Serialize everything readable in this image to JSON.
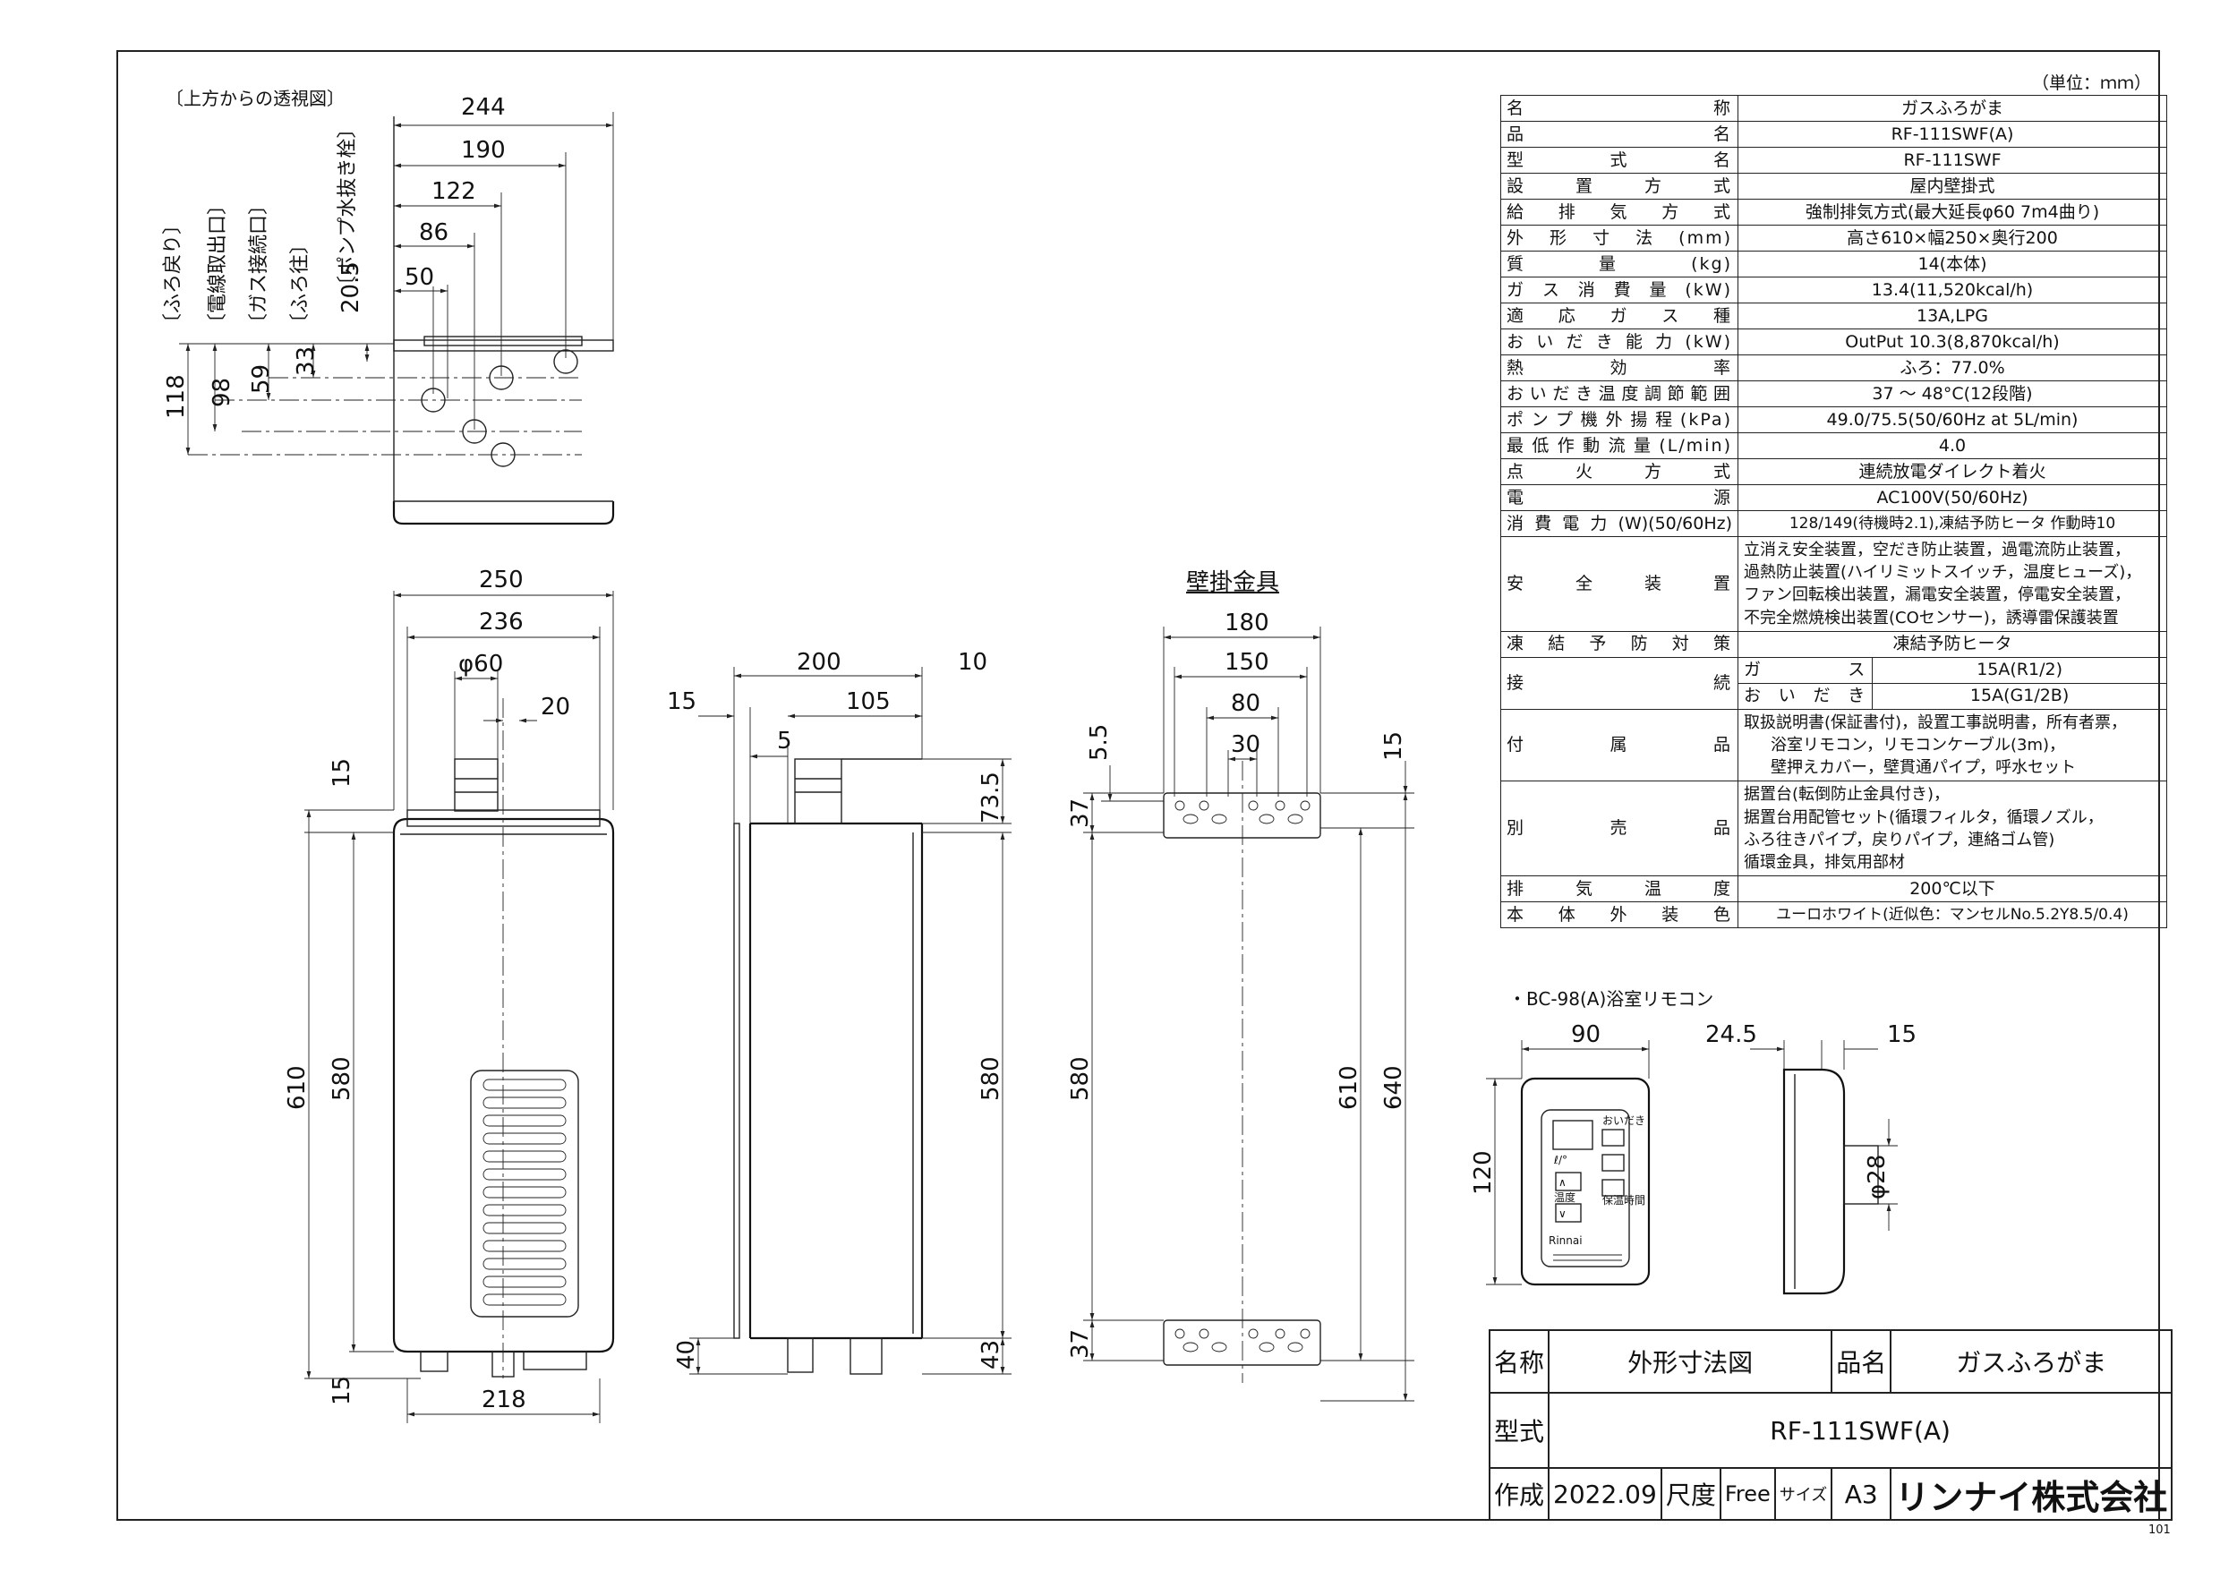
{
  "unit_note": "（単位：ｍｍ）",
  "top_view_caption": "〔上方からの透視図〕",
  "bracket_caption": "壁掛金具",
  "remote_caption": "・BC-98(A)浴室リモコン",
  "top_view": {
    "dims_h": [
      "244",
      "190",
      "122",
      "86",
      "50"
    ],
    "dims_v": [
      "118",
      "98",
      "59",
      "33",
      "20.5"
    ],
    "labels": [
      "〔ふろ戻り〕",
      "〔電線取出口〕",
      "〔ガス接続口〕",
      "〔ふろ往〕",
      "〔ポンプ水抜き栓〕"
    ]
  },
  "front_view": {
    "dims": [
      "250",
      "236",
      "φ60",
      "20",
      "15",
      "610",
      "580",
      "15",
      "218"
    ]
  },
  "side_view": {
    "dims": [
      "200",
      "10",
      "15",
      "105",
      "5",
      "73.5",
      "580",
      "40",
      "43"
    ]
  },
  "bracket_view": {
    "dims": [
      "180",
      "150",
      "80",
      "30",
      "5.5",
      "15",
      "37",
      "580",
      "610",
      "640",
      "37"
    ]
  },
  "remote": {
    "dims": [
      "90",
      "24.5",
      "15",
      "120",
      "φ28"
    ],
    "btn_labels": [
      "ℓ/°",
      "温度",
      "おいだき",
      "保温時間",
      "Rinnai"
    ]
  },
  "spec": [
    {
      "key": "名称",
      "value": "ガスふろがま"
    },
    {
      "key": "品名",
      "value": "RF-111SWF(A)"
    },
    {
      "key": "型式名",
      "value": "RF-111SWF"
    },
    {
      "key": "設置方式",
      "value": "屋内壁掛式"
    },
    {
      "key": "給排気方式",
      "value": "強制排気方式(最大延長φ60 7m4曲り)"
    },
    {
      "key": "外形寸法(mm)",
      "value": "高さ610×幅250×奥行200"
    },
    {
      "key": "質量(kg)",
      "value": "14(本体)"
    },
    {
      "key": "ガス消費量(kW)",
      "value": "13.4(11,520kcal/h)"
    },
    {
      "key": "適応ガス種",
      "value": "13A,LPG"
    },
    {
      "key": "おいだき能力(kW)",
      "value": "OutPut 10.3(8,870kcal/h)"
    },
    {
      "key": "熱効率",
      "value": "ふろ：77.0%"
    },
    {
      "key": "おいだき温度調節範囲",
      "value": "37 ～ 48°C(12段階)"
    },
    {
      "key": "ポンプ機外揚程(kPa)",
      "value": "49.0/75.5(50/60Hz at 5L/min)"
    },
    {
      "key": "最低作動流量(L/min)",
      "value": "4.0"
    },
    {
      "key": "点火方式",
      "value": "連続放電ダイレクト着火"
    },
    {
      "key": "電源",
      "value": "AC100V(50/60Hz)"
    },
    {
      "key": "消費電力(W)(50/60Hz)",
      "value": "128/149(待機時2.1),凍結予防ヒータ 作動時10"
    }
  ],
  "safety": {
    "key": "安全装置",
    "lines": [
      "立消え安全装置，空だき防止装置，過電流防止装置，",
      "過熱防止装置(ハイリミットスイッチ，温度ヒューズ)，",
      "ファン回転検出装置，漏電安全装置，停電安全装置，",
      "不完全燃焼検出装置(COセンサー)，誘導雷保護装置"
    ]
  },
  "freeze": {
    "key": "凍結予防対策",
    "value": "凍結予防ヒータ"
  },
  "connection": {
    "key": "接続",
    "gas_key": "ガス",
    "gas_value": "15A(R1/2)",
    "oidaki_key": "おいだき",
    "oidaki_value": "15A(G1/2B)"
  },
  "accessories": {
    "key": "付属品",
    "lines": [
      "取扱説明書(保証書付)，設置工事説明書，所有者票，",
      "浴室リモコン，リモコンケーブル(3m)，",
      "壁押えカバー，壁貫通パイプ，呼水セット"
    ]
  },
  "options": {
    "key": "別売品",
    "lines": [
      "据置台(転倒防止金具付き)，",
      "据置台用配管セット(循環フィルタ，循環ノズル，",
      "ふろ往きパイプ，戻りパイプ，連絡ゴム管)",
      "循環金具，排気用部材"
    ]
  },
  "exhaust": {
    "key": "排気温度",
    "value": "200℃以下"
  },
  "color": {
    "key": "本体外装色",
    "value": "ユーロホワイト(近似色：マンセルNo.5.2Y8.5/0.4)"
  },
  "title_block": {
    "name_label": "名称",
    "name_value": "外形寸法図",
    "product_label": "品名",
    "product_value": "ガスふろがま",
    "model_label": "型式",
    "model_value": "RF-111SWF(A)",
    "made_label": "作成",
    "made_value": "2022.09",
    "scale_label": "尺度",
    "scale_value": "Free",
    "size_label": "サイズ",
    "size_value": "A3",
    "company": "リンナイ株式会社"
  },
  "page_number": "101"
}
